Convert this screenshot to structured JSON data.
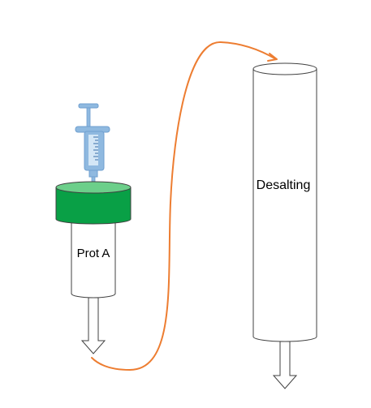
{
  "labels": {
    "protein_a_column": "Prot A",
    "desalting_column": "Desalting"
  },
  "icons": {
    "syringe": "syringe-icon",
    "flow_arrow": "flow-arrow"
  },
  "colors": {
    "syringe_blue": "#8fb9e0",
    "syringe_outline": "#6f9fcf",
    "syringe_scale": "#3a6fa8",
    "cap_green": "#09a046",
    "cap_top": "#6ccf8a",
    "flow_curve": "#ed7d31",
    "outline": "#404040"
  }
}
